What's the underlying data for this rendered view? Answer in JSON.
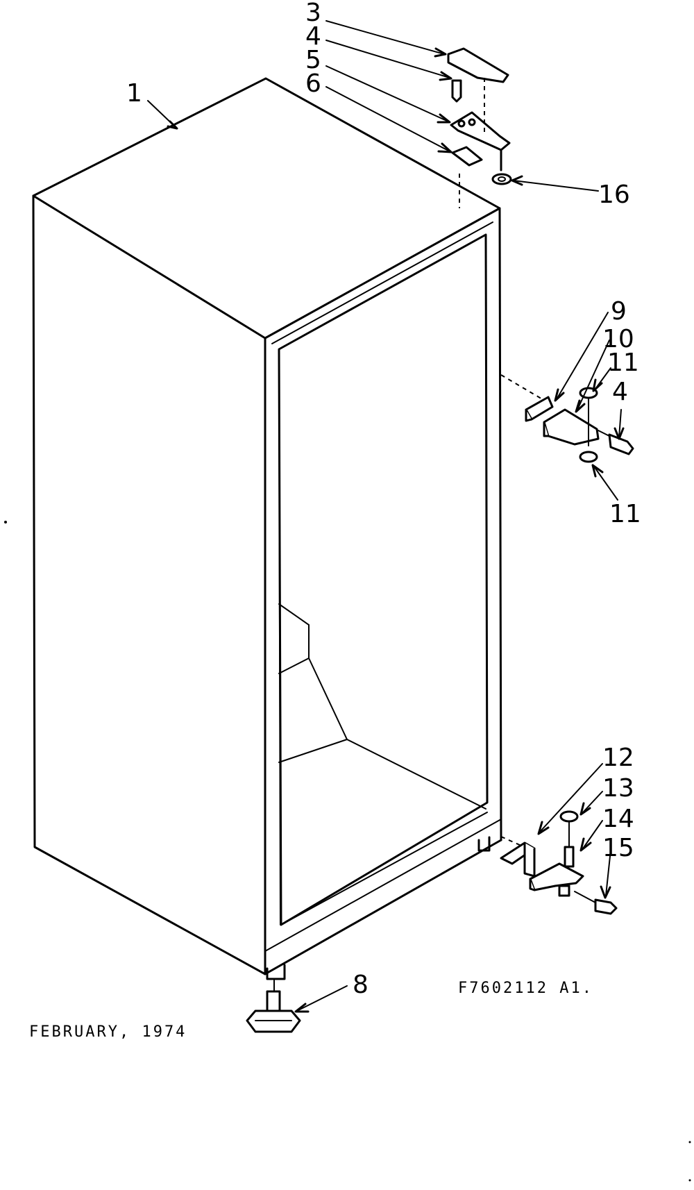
{
  "callouts": {
    "c1": "1",
    "c3": "3",
    "c4a": "4",
    "c5": "5",
    "c6": "6",
    "c8": "8",
    "c9": "9",
    "c10": "10",
    "c11a": "11",
    "c4b": "4",
    "c11b": "11",
    "c12": "12",
    "c13": "13",
    "c14": "14",
    "c15": "15",
    "c16": "16"
  },
  "footer": {
    "date": "FEBRUARY, 1974",
    "drawing_number": "F7602112 A1."
  }
}
